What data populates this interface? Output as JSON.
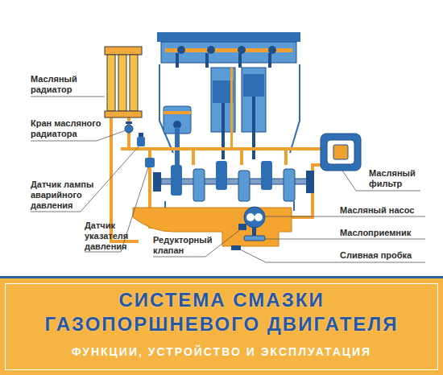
{
  "diagram": {
    "title": "СИСТЕМА СМАЗКИ ГАЗОПОРШНЕВОГО ДВИГАТЕЛЯ",
    "caption": "ФУНКЦИИ, УСТРОЙСТВО И ЭКСПЛУАТАЦИЯ",
    "labels": [
      "Масляный радиатор",
      "Кран масляного радиатора",
      "Датчик лампы аварийного давления",
      "Датчик указателя давления",
      "Редукторный клапан",
      "Масляный фильтр",
      "Масляный насос",
      "Маслоприемник",
      "Сливная пробка"
    ]
  }
}
